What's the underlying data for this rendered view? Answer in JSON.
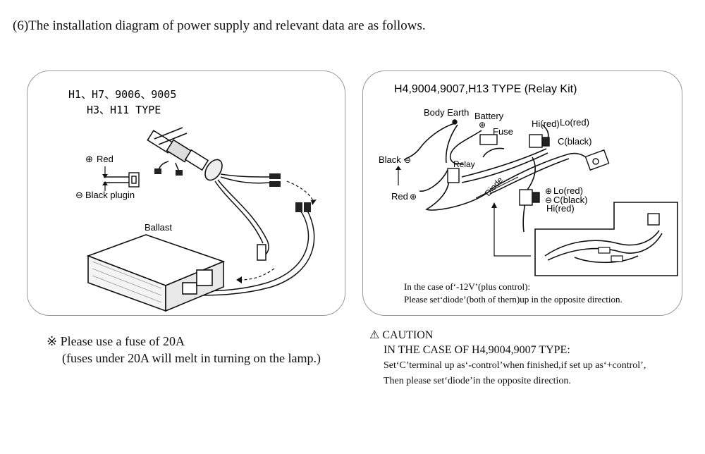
{
  "heading": "(6)The installation diagram of power supply and relevant data are as follows.",
  "left_panel": {
    "title_line1": "H1、H7、9006、9005",
    "title_line2": "H3、H11 TYPE",
    "red_label": "Red",
    "black_label": "Black plugin",
    "ballast_label": "Ballast"
  },
  "right_panel": {
    "title": "H4,9004,9007,H13 TYPE  (Relay Kit)",
    "body_earth": "Body Earth",
    "battery": "Battery",
    "fuse": "Fuse",
    "hi_red_top": "Hi(red)",
    "lo_red_top": "Lo(red)",
    "c_black_top": "C(black)",
    "black": "Black",
    "relay": "Relay",
    "red": "Red",
    "diode": "Diode",
    "lo_red_bottom": "Lo(red)",
    "c_black_bottom": "C(black)",
    "hi_red_bottom": "Hi(red)",
    "note_line1": "In the case of‘-12V’(plus control):",
    "note_line2": "Please set‘diode’(both of thern)up in the opposite direction."
  },
  "fuse_note": {
    "line1": "※ Please use a fuse of 20A",
    "line2": "(fuses under 20A will melt in turning on the lamp.)"
  },
  "caution": {
    "title": "⚠ CAUTION",
    "line1": "IN THE CASE OF H4,9004,9007 TYPE:",
    "line2": "Set‘C’terminal up as‘-control’when finished,if set up as‘+control’,",
    "line3": "Then please set‘diode’in the opposite direction."
  }
}
